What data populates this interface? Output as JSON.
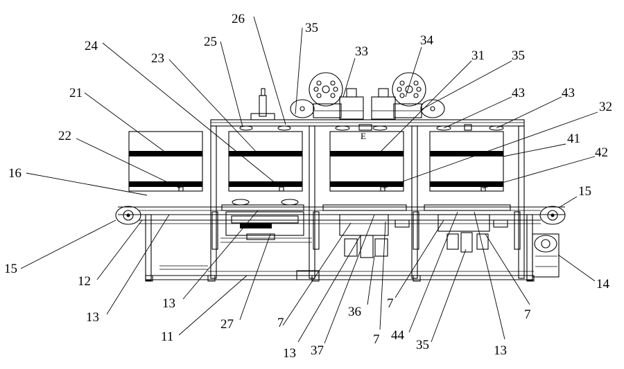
{
  "labels": [
    {
      "id": "l26a",
      "text": "26"
    },
    {
      "id": "l35a",
      "text": "35"
    },
    {
      "id": "l24",
      "text": "24"
    },
    {
      "id": "l25",
      "text": "25"
    },
    {
      "id": "l33",
      "text": "33"
    },
    {
      "id": "l34",
      "text": "34"
    },
    {
      "id": "l23",
      "text": "23"
    },
    {
      "id": "l31",
      "text": "31"
    },
    {
      "id": "l35b",
      "text": "35"
    },
    {
      "id": "l21",
      "text": "21"
    },
    {
      "id": "l43a",
      "text": "43"
    },
    {
      "id": "l43b",
      "text": "43"
    },
    {
      "id": "l32",
      "text": "32"
    },
    {
      "id": "l22",
      "text": "22"
    },
    {
      "id": "l41",
      "text": "41"
    },
    {
      "id": "l42",
      "text": "42"
    },
    {
      "id": "l16",
      "text": "16"
    },
    {
      "id": "l15a",
      "text": "15"
    },
    {
      "id": "l15b",
      "text": "15"
    },
    {
      "id": "l14",
      "text": "14"
    },
    {
      "id": "l12",
      "text": "12"
    },
    {
      "id": "l13a",
      "text": "13"
    },
    {
      "id": "l13b",
      "text": "13"
    },
    {
      "id": "l11",
      "text": "11"
    },
    {
      "id": "l27",
      "text": "27"
    },
    {
      "id": "l7a",
      "text": "7"
    },
    {
      "id": "l13c",
      "text": "13"
    },
    {
      "id": "l37",
      "text": "37"
    },
    {
      "id": "l36",
      "text": "36"
    },
    {
      "id": "l7b",
      "text": "7"
    },
    {
      "id": "l7c",
      "text": "7"
    },
    {
      "id": "l44",
      "text": "44"
    },
    {
      "id": "l35c",
      "text": "35"
    },
    {
      "id": "l13d",
      "text": "13"
    },
    {
      "id": "l7d",
      "text": "7"
    }
  ],
  "center_mark": "E"
}
